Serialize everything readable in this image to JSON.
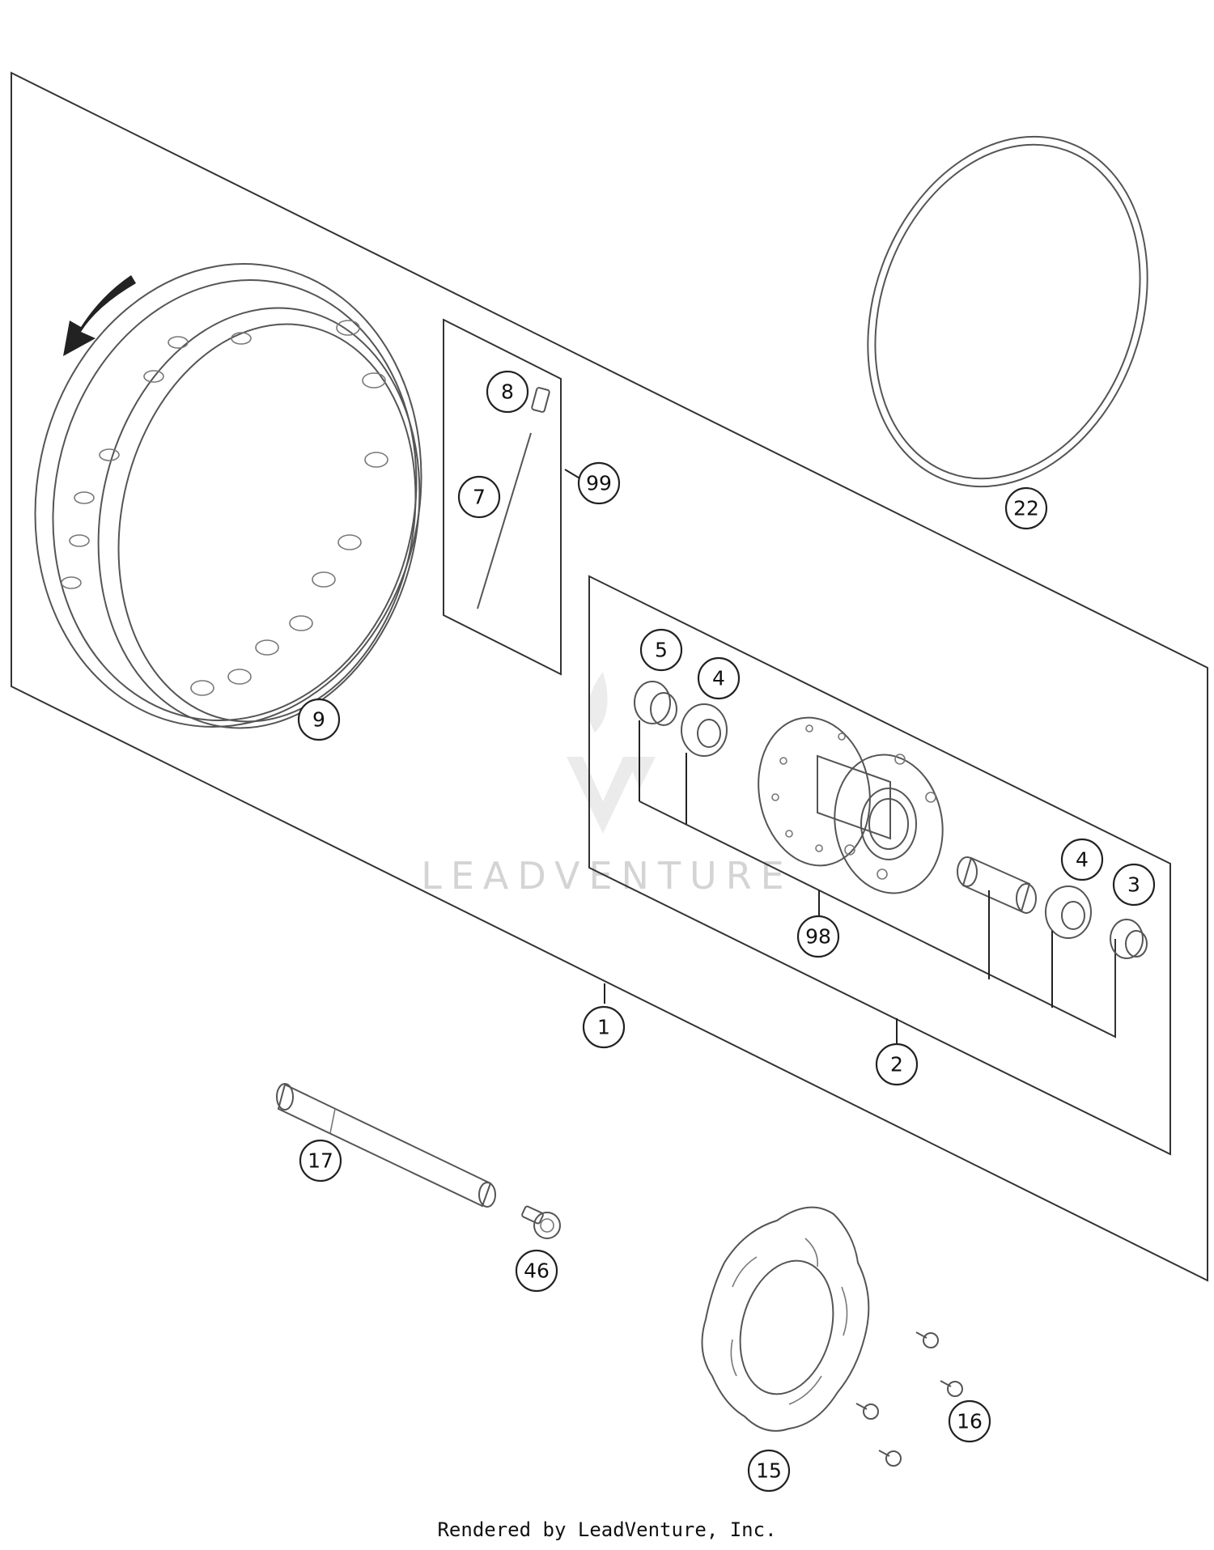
{
  "diagram": {
    "callouts": [
      {
        "id": "c1",
        "label": "1"
      },
      {
        "id": "c2",
        "label": "2"
      },
      {
        "id": "c3",
        "label": "3"
      },
      {
        "id": "c4a",
        "label": "4"
      },
      {
        "id": "c4b",
        "label": "4"
      },
      {
        "id": "c5",
        "label": "5"
      },
      {
        "id": "c7",
        "label": "7"
      },
      {
        "id": "c8",
        "label": "8"
      },
      {
        "id": "c9",
        "label": "9"
      },
      {
        "id": "c15",
        "label": "15"
      },
      {
        "id": "c16",
        "label": "16"
      },
      {
        "id": "c17",
        "label": "17"
      },
      {
        "id": "c22",
        "label": "22"
      },
      {
        "id": "c46",
        "label": "46"
      },
      {
        "id": "c98",
        "label": "98"
      },
      {
        "id": "c99",
        "label": "99"
      }
    ]
  },
  "watermark": {
    "text": "LEADVENTURE"
  },
  "footer": {
    "credit": "Rendered by LeadVenture, Inc."
  }
}
